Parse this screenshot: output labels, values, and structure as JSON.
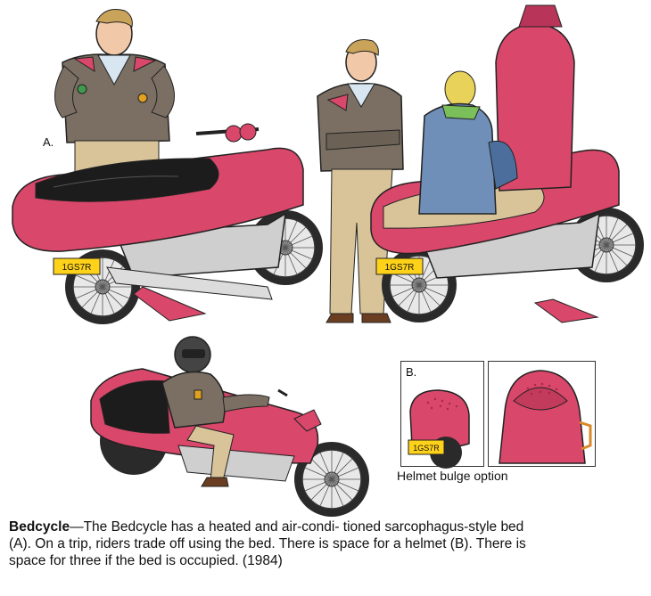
{
  "labels": {
    "a": "A.",
    "b": "B."
  },
  "plate_text": "1GS7R",
  "inset_caption": "Helmet bulge option",
  "caption": {
    "title": "Bedcycle",
    "body": "—The Bedcycle has a heated and air-condi- tioned sarcophagus-style bed (A). On a trip, riders trade off using the bed. There is space for a helmet (B). There is space for three if the bed is occupied. (1984)"
  },
  "colors": {
    "body_red": "#d9476a",
    "body_dark": "#a82a48",
    "jacket": "#7a6f62",
    "pants": "#d9c49a",
    "blanket": "#1c1c1c",
    "plate": "#ffd21a",
    "chrome": "#d8d8d8",
    "denim": "#6f8fb8"
  }
}
